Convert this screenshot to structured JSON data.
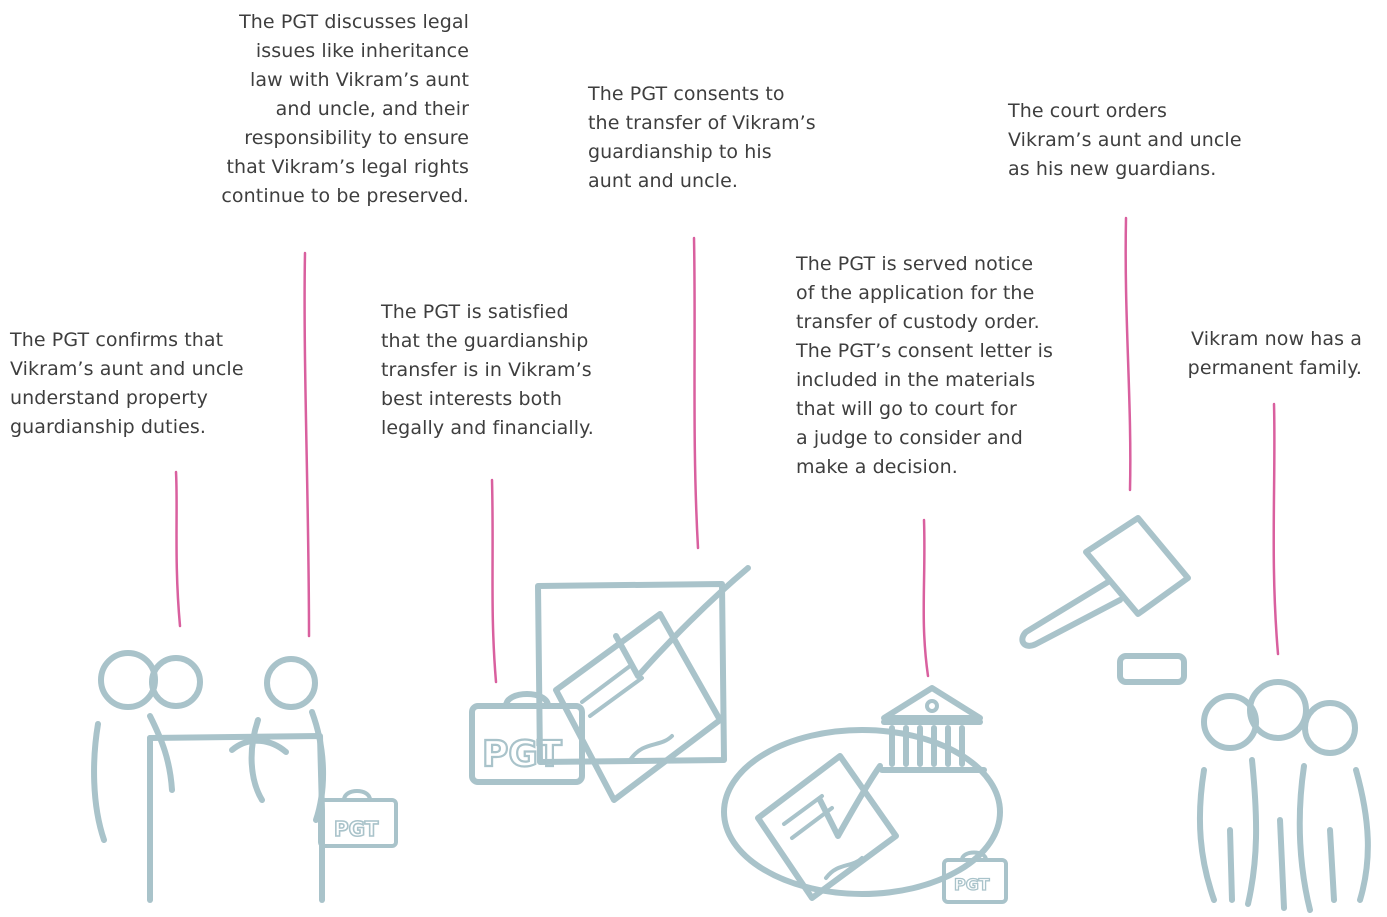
{
  "steps": [
    {
      "lines": [
        "The PGT confirms that",
        "Vikram’s aunt and uncle",
        "understand property",
        "guardianship duties."
      ]
    },
    {
      "lines": [
        "The PGT discusses legal",
        "issues like inheritance",
        "law with Vikram’s aunt",
        "and uncle, and their",
        "responsibility to ensure",
        "that Vikram’s legal rights",
        "continue to be preserved."
      ]
    },
    {
      "lines": [
        "The PGT is satisfied",
        "that the guardianship",
        "transfer is in Vikram’s",
        "best interests both",
        "legally and financially."
      ]
    },
    {
      "lines": [
        "The PGT consents to",
        "the transfer of Vikram’s",
        "guardianship to his",
        "aunt and uncle."
      ]
    },
    {
      "lines": [
        "The PGT is served notice",
        "of the application for the",
        "transfer of custody order.",
        "The PGT’s consent letter is",
        "included in the materials",
        "that will go to court for",
        "a judge to consider and",
        "make a decision."
      ]
    },
    {
      "lines": [
        "The court orders",
        "Vikram’s aunt and uncle",
        "as his new guardians."
      ]
    },
    {
      "lines": [
        "Vikram now has a",
        "permanent family."
      ]
    }
  ],
  "briefcase_label": "PGT",
  "colors": {
    "connector": "#d9609f",
    "sketch": "#a9c3ca",
    "text": "#3e3e3e"
  },
  "icons": [
    "meeting-people-icon",
    "briefcase-icon",
    "signed-document-icon",
    "courthouse-icon",
    "gavel-icon",
    "family-icon"
  ]
}
